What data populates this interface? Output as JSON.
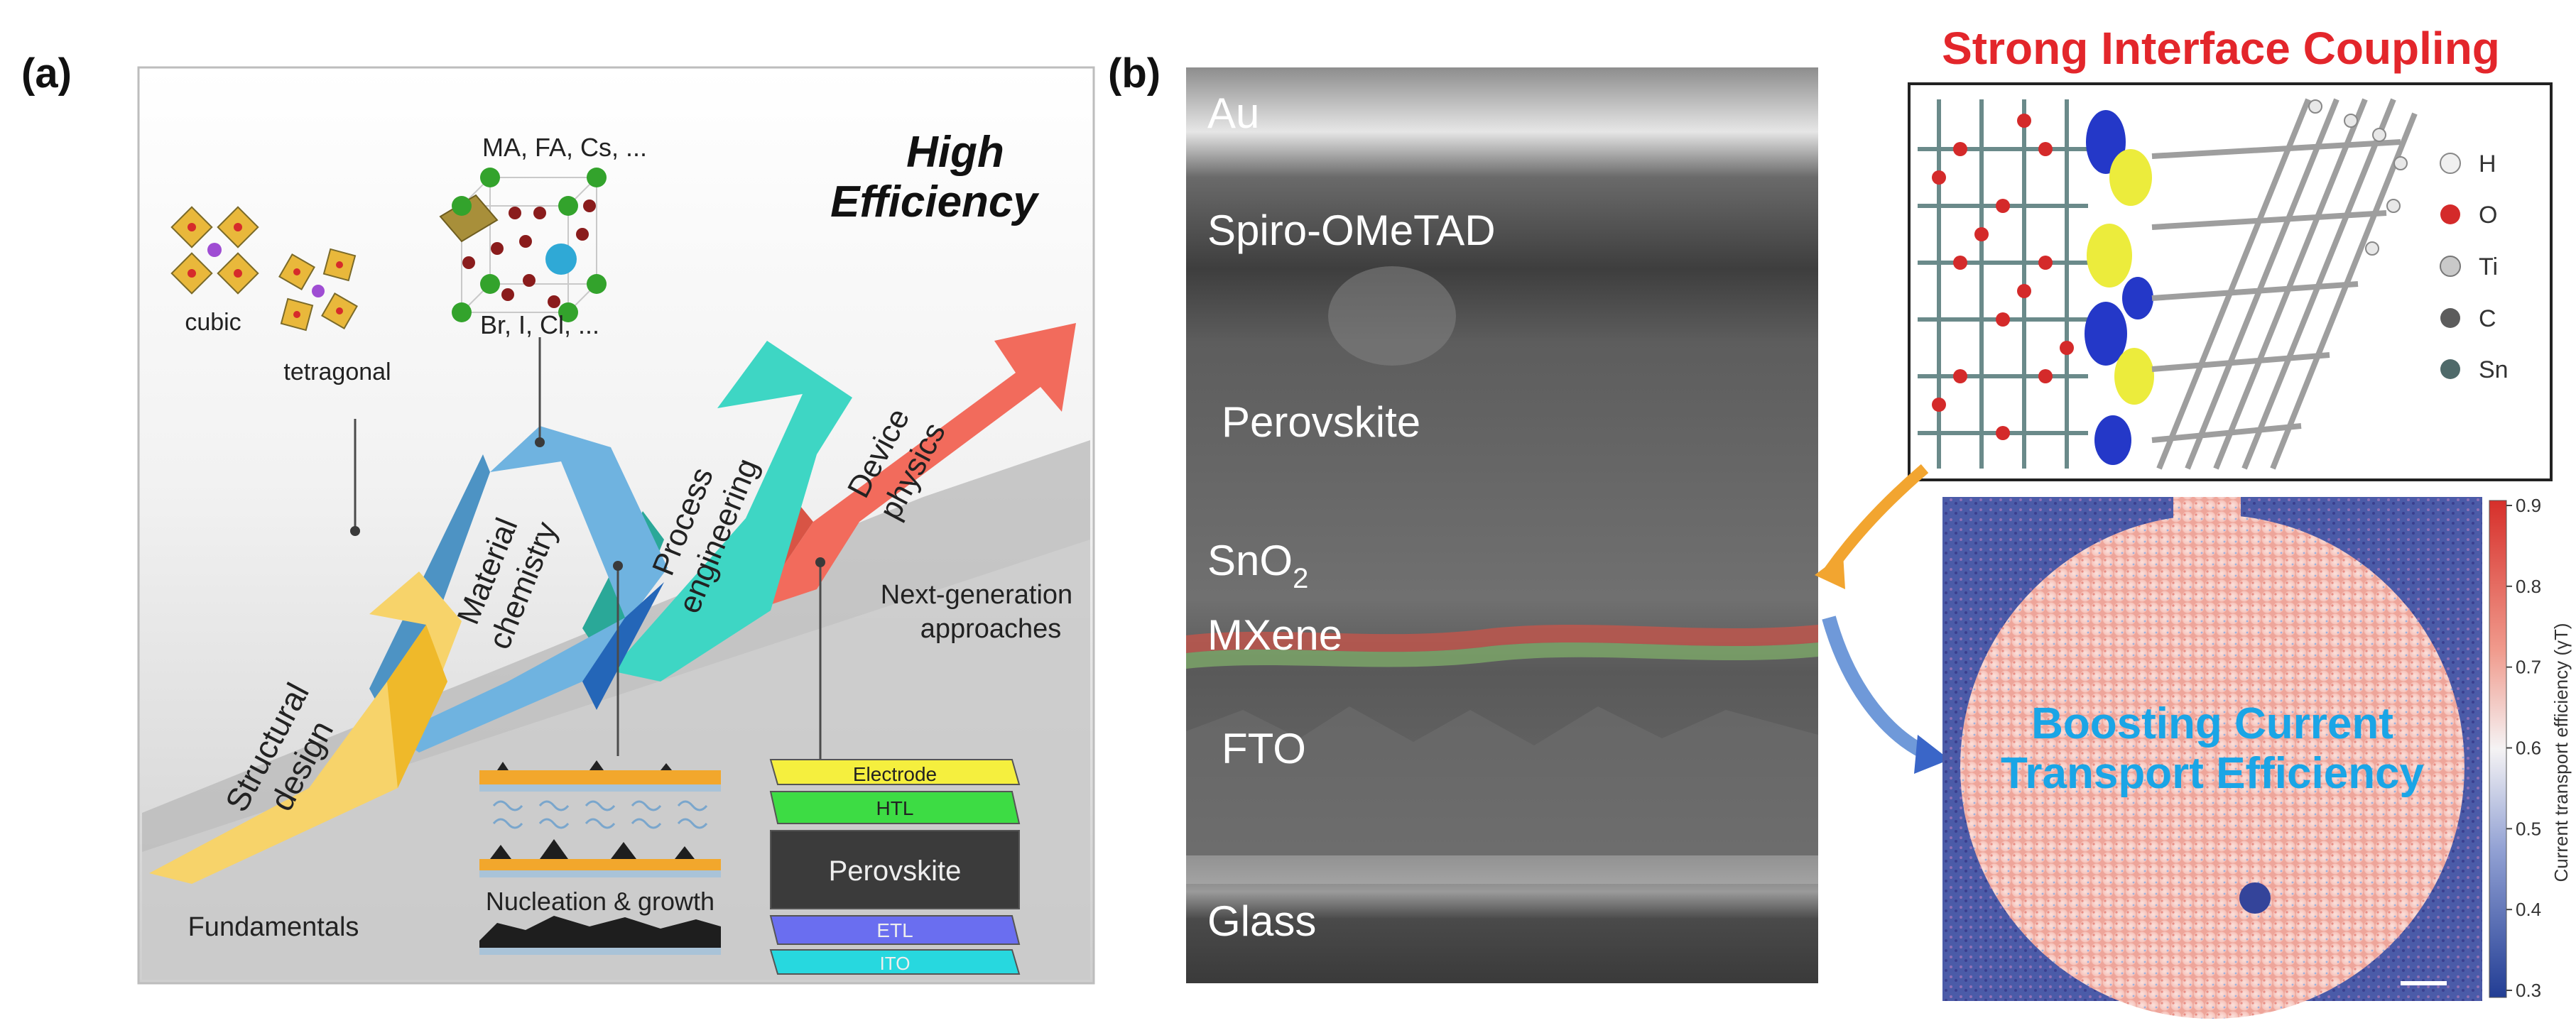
{
  "panel_a": {
    "label": "(a)",
    "title_line1": "High",
    "title_line2": "Efficiency",
    "crystal_cubic": "cubic",
    "crystal_tetragonal": "tetragonal",
    "ions_top": "MA, FA, Cs, ...",
    "ions_bottom": "Br, I, Cl, ...",
    "arrows": {
      "structural_1": "Structural",
      "structural_2": "design",
      "material_1": "Material",
      "material_2": "chemistry",
      "process_1": "Process",
      "process_2": "engineering",
      "device_1": "Device",
      "device_2": "physics"
    },
    "next_gen_1": "Next-generation",
    "next_gen_2": "approaches",
    "fundamentals": "Fundamentals",
    "nucleation": "Nucleation & growth",
    "stack": [
      "Electrode",
      "HTL",
      "Perovskite",
      "ETL",
      "ITO"
    ],
    "colors": {
      "structural": "#f7d36a",
      "material": "#6fb3e0",
      "process": "#3ed6c4",
      "device": "#f26b5c"
    }
  },
  "panel_b": {
    "label": "(b)",
    "sem_layers": {
      "au": "Au",
      "spiro": "Spiro-OMeTAD",
      "perovskite": "Perovskite",
      "sno2": "SnO",
      "sno2_sub": "2",
      "mxene": "MXene",
      "fto": "FTO",
      "glass": "Glass"
    },
    "coupling_title": "Strong Interface Coupling",
    "legend": [
      "H",
      "O",
      "Ti",
      "C",
      "Sn"
    ],
    "boost_1": "Boosting Current",
    "boost_2": "Transport Efficiency",
    "colorbar_label": "Current transport efficiency (γT)",
    "colorbar_ticks": [
      "0.9",
      "0.8",
      "0.7",
      "0.6",
      "0.5",
      "0.4",
      "0.3"
    ],
    "colors": {
      "title": "#e3262b",
      "boost": "#1aa5e6"
    }
  }
}
